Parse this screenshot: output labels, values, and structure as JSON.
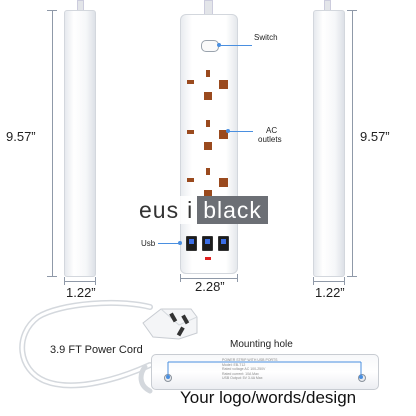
{
  "brand": {
    "left": "eus",
    "mid": "i",
    "right": "black"
  },
  "labels": {
    "switch": "Switch",
    "ac_line1": "AC",
    "ac_line2": "outlets",
    "usb": "Usb",
    "power_cord": "3.9 FT Power Cord",
    "mounting_hole": "Mounting hole",
    "logo_text": "Your logo/words/design"
  },
  "dimensions": {
    "left_height": "9.57”",
    "right_height": "9.57”",
    "left_width": "1.22”",
    "center_width": "2.28”",
    "right_width": "1.22”"
  },
  "back_label_text": [
    "POWER STRIP WITH USB PORTS",
    "Model: EB-T12",
    "Rated voltage AC 100-250V",
    "Rated current: 10A Max",
    "USB Output: 5V 3.4A Max"
  ],
  "colors": {
    "accent": "#4a8fe0",
    "outlet_brown": "#9a4a1e",
    "usb_blue": "#3b6ee6",
    "indicator_red": "#e02020"
  }
}
